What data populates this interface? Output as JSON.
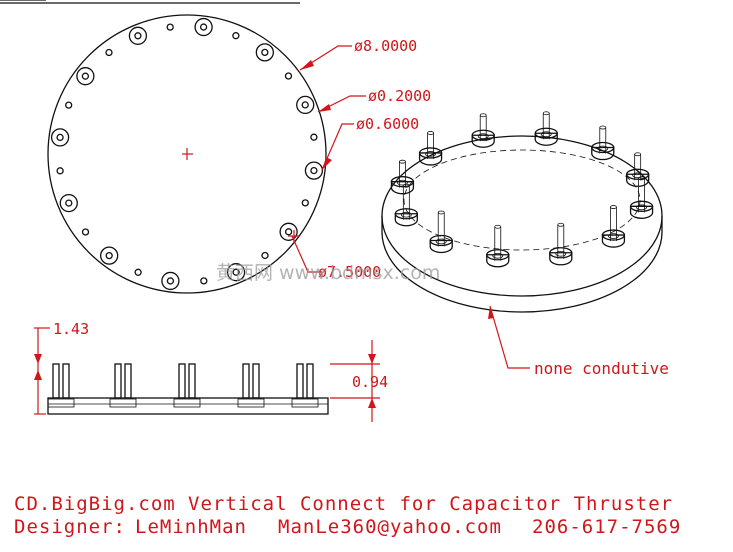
{
  "dimensions": {
    "outer_diameter": "ø8.0000",
    "small_hole_diameter": "ø0.2000",
    "large_hole_diameter": "ø0.6000",
    "bolt_circle_label": "ø7.5000",
    "overall_height": "1.43",
    "base_height": "0.94"
  },
  "note": "none condutive",
  "watermark": "黄西网 www.bdmsx.com",
  "title_block": {
    "line1_site": "CD.BigBig.com",
    "line1_title": "Vertical Connect for Capacitor Thruster",
    "line2_designer_label": "Designer:",
    "line2_designer": "LeMinhMan",
    "line2_email": "ManLe360@yahoo.com",
    "line2_phone": "206-617-7569"
  },
  "colors": {
    "annotation": "#d0161b",
    "linework": "#111111",
    "watermark": "#9a9a9a"
  }
}
